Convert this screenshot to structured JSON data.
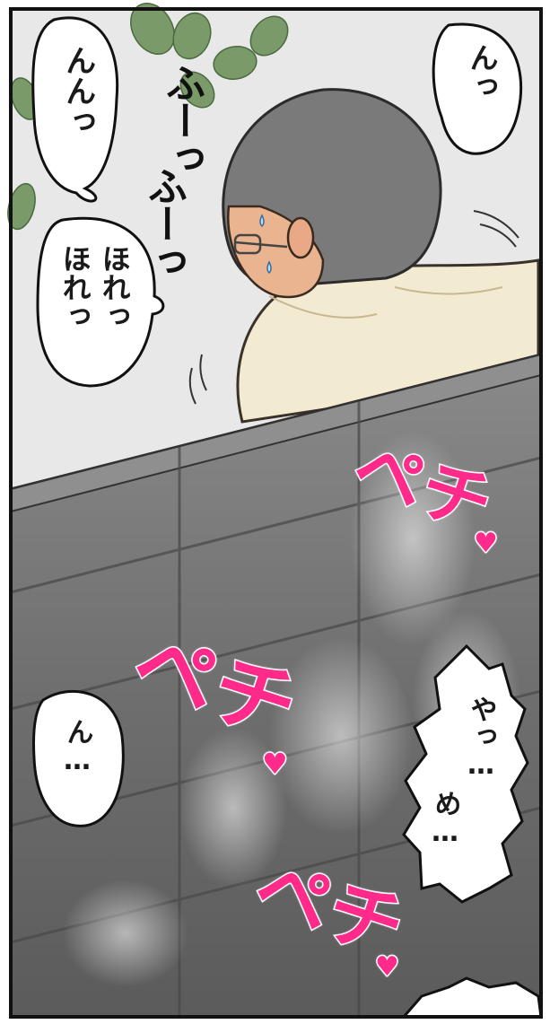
{
  "bubbles": {
    "top_right": "んっ",
    "top_left": "んんっ",
    "mid_left_col1": "ほれっ",
    "mid_left_col2": "ほれっ",
    "lower_left": "ん…",
    "lower_right_col1": "やっ…",
    "lower_right_col2": "め…"
  },
  "sfx": {
    "breath_1": "ふーっ",
    "breath_2": "ふーっ",
    "slap_1": "ペチ",
    "slap_2": "ペチ",
    "slap_3": "ペチ"
  },
  "colors": {
    "sfx_pink": "#ff2a8a",
    "wall": "#6e6e6e",
    "sky": "#e6e6e6"
  }
}
